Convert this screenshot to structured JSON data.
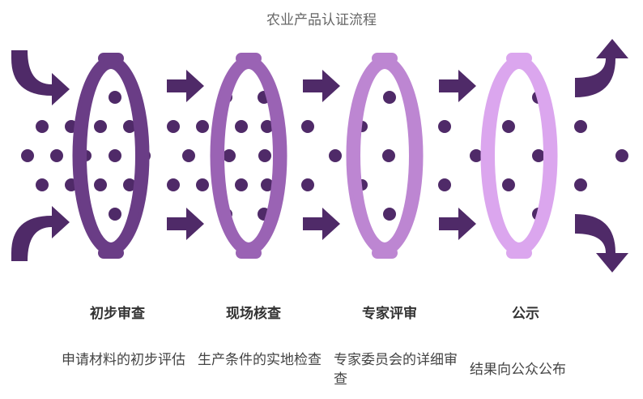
{
  "title": "农业产品认证流程",
  "colors": {
    "arrow": "#4f2a68",
    "dot": "#4f2a68",
    "stage_1": "#6a3d86",
    "stage_2": "#9a63b4",
    "stage_3": "#bd86d2",
    "stage_4": "#dba6ee"
  },
  "stages": [
    {
      "title": "初步审查",
      "desc": "申请材料的初步评估"
    },
    {
      "title": "现场核查",
      "desc": "生产条件的实地检查"
    },
    {
      "title": "专家评审",
      "desc": "专家委员会的详细审查"
    },
    {
      "title": "公示",
      "desc": "结果向公众公布"
    }
  ]
}
